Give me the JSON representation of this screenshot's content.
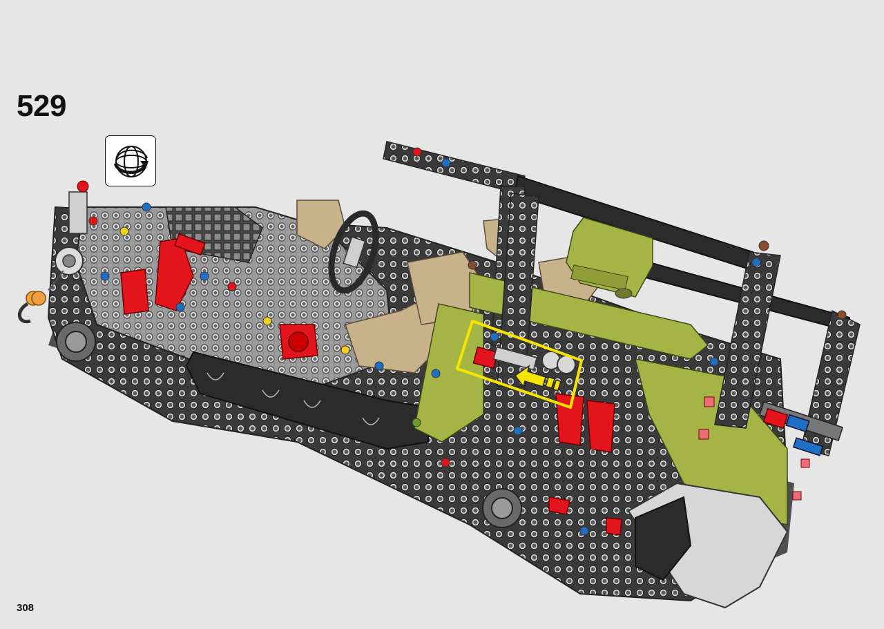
{
  "page": {
    "background_color": "#e6e6e6",
    "step_number": "529",
    "page_number": "308"
  },
  "rotate_indicator": {
    "icon": "rotate-model-icon"
  },
  "illustration": {
    "icon": "lego-technic-vehicle-chassis",
    "colors": {
      "frame_dark": "#2b2b2b",
      "beam_gray": "#a9a9a9",
      "beam_light": "#cfcfcf",
      "lime_green": "#a5b545",
      "tan": "#c8b28c",
      "red": "#e4141c",
      "blue": "#1f6fc4",
      "yellow": "#f2d21e",
      "orange": "#f0a040",
      "callout": "#f5e400"
    }
  },
  "callout": {
    "icon": "push-arrow-icon",
    "frame_color": "#f5e400"
  }
}
